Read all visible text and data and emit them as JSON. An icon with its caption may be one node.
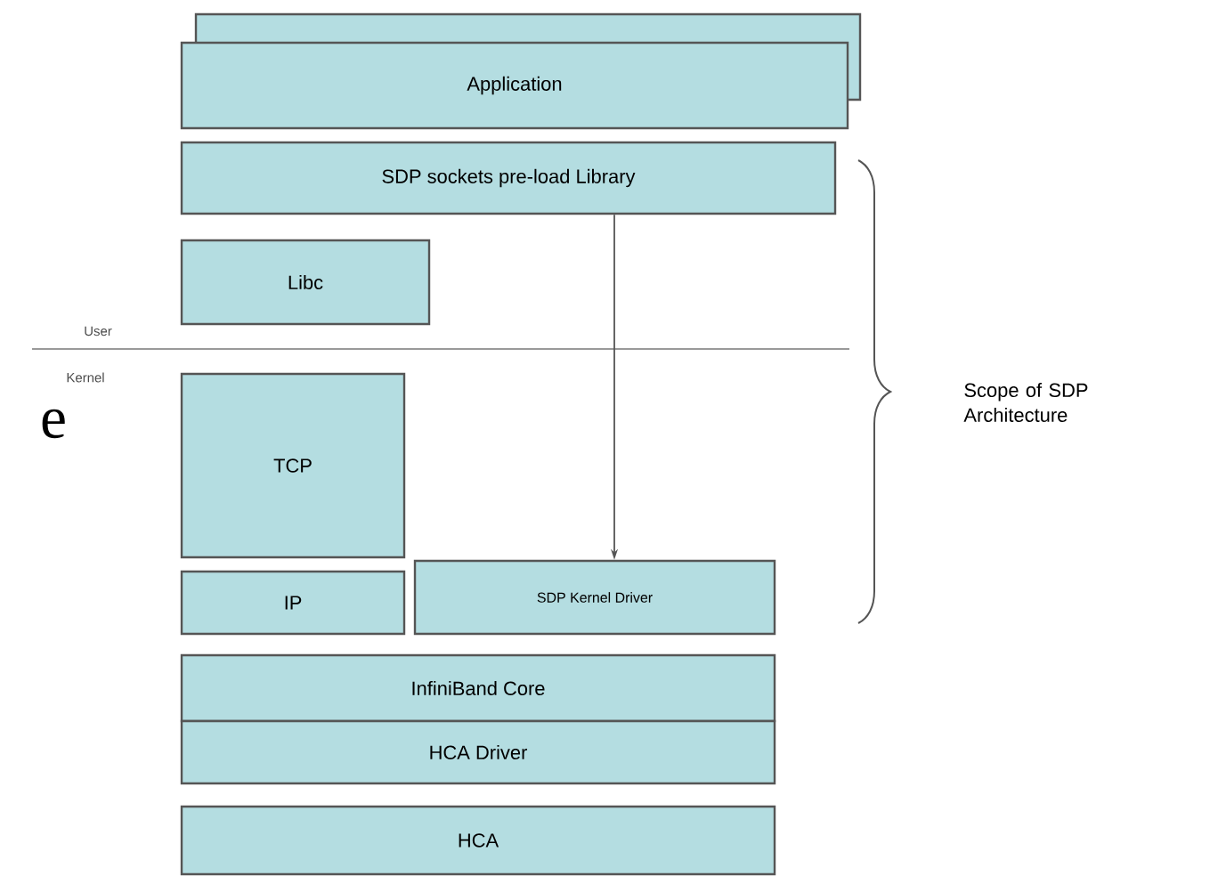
{
  "diagram": {
    "nodes": [
      {
        "text": [
          "Application"
        ]
      },
      {
        "text": [
          "SDP sockets pre-load Library"
        ]
      },
      {
        "text": [
          "Libc"
        ]
      },
      {
        "text": [
          "TCP"
        ]
      },
      {
        "text": [
          "IP"
        ]
      },
      {
        "text": [
          "SDP Kernel Driver"
        ]
      },
      {
        "text": [
          "InfiniBand Core"
        ]
      },
      {
        "text": [
          "HCA Driver"
        ]
      },
      {
        "text": [
          "HCA"
        ]
      }
    ],
    "edges": [
      {
        "from": 1,
        "to": 5,
        "arrow": "to"
      }
    ],
    "labels": [
      "User",
      "Kernel",
      "Scope of SDP Architecture",
      "e"
    ]
  }
}
